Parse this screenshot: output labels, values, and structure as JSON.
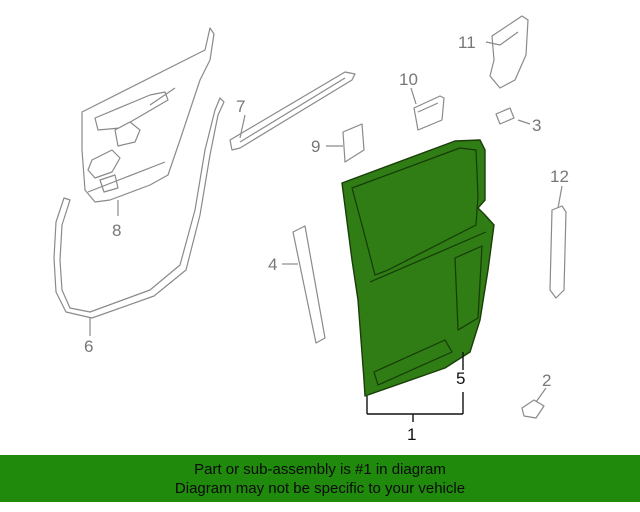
{
  "diagram": {
    "callouts": {
      "c1": "1",
      "c2": "2",
      "c3": "3",
      "c4": "4",
      "c5": "5",
      "c6": "6",
      "c7": "7",
      "c8": "8",
      "c9": "9",
      "c10": "10",
      "c11": "11",
      "c12": "12"
    },
    "highlight_color": "#2f7d14"
  },
  "banner": {
    "line1": "Part or sub-assembly is #1 in diagram",
    "line2": "Diagram may not be specific to your vehicle",
    "background": "#1f8a0c"
  }
}
